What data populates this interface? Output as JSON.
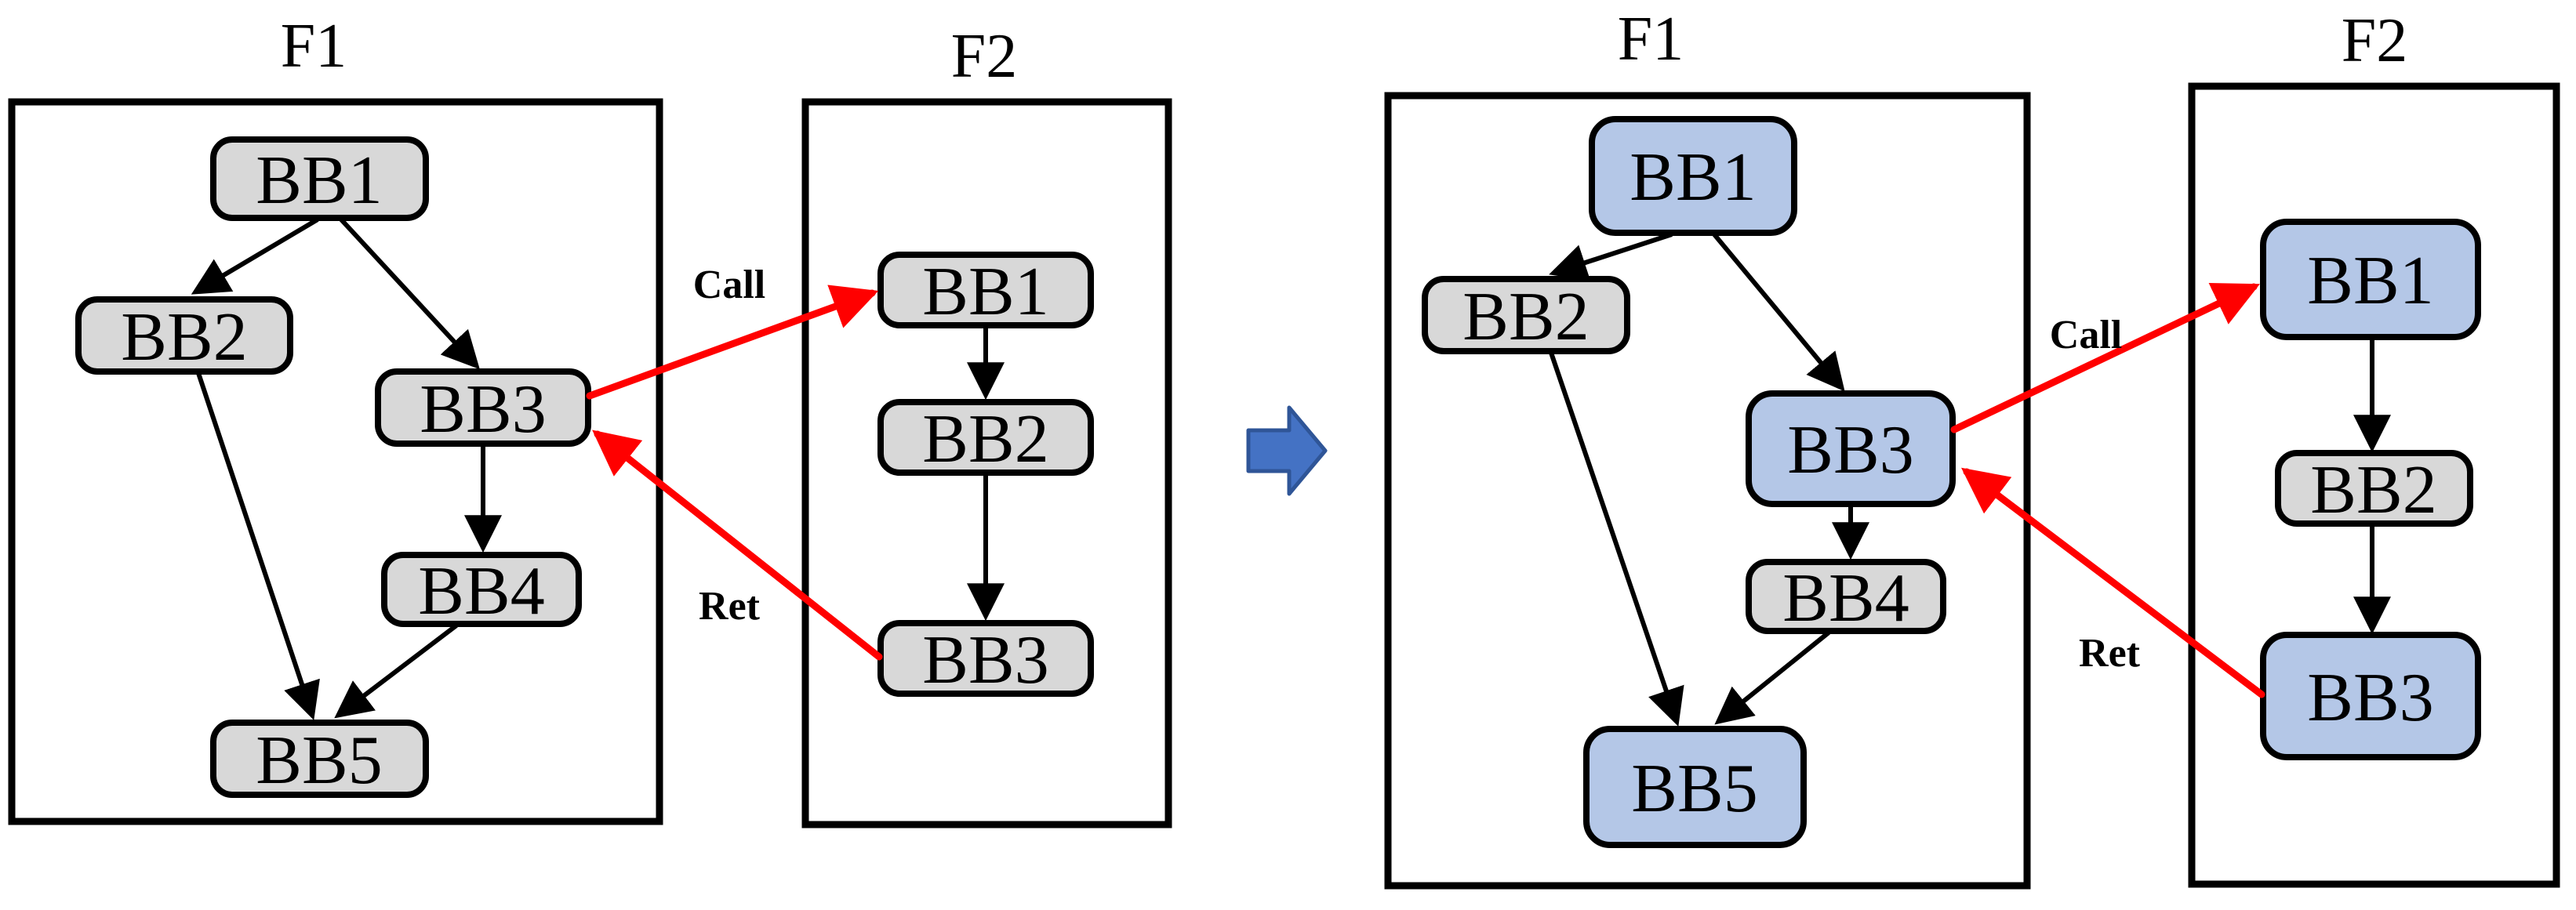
{
  "diagram": {
    "type": "control-flow-graph-call-return-transformation",
    "colors": {
      "background": "#FFFFFF",
      "box_border": "#000000",
      "node_fill_default": "#D8D8D8",
      "node_fill_highlight": "#B4C7E7",
      "node_border": "#000000",
      "edge_color": "#000000",
      "call_ret_arrow_color": "#FF0000",
      "transform_arrow_fill": "#4472C4",
      "transform_arrow_border": "#2F5597"
    },
    "left": {
      "f1": {
        "title": "F1",
        "nodes": [
          {
            "label": "BB1",
            "highlighted": false
          },
          {
            "label": "BB2",
            "highlighted": false
          },
          {
            "label": "BB3",
            "highlighted": false
          },
          {
            "label": "BB4",
            "highlighted": false
          },
          {
            "label": "BB5",
            "highlighted": false
          }
        ],
        "edges": [
          [
            "BB1",
            "BB2"
          ],
          [
            "BB1",
            "BB3"
          ],
          [
            "BB2",
            "BB5"
          ],
          [
            "BB3",
            "BB4"
          ],
          [
            "BB4",
            "BB5"
          ]
        ]
      },
      "f2": {
        "title": "F2",
        "nodes": [
          {
            "label": "BB1",
            "highlighted": false
          },
          {
            "label": "BB2",
            "highlighted": false
          },
          {
            "label": "BB3",
            "highlighted": false
          }
        ],
        "edges": [
          [
            "BB1",
            "BB2"
          ],
          [
            "BB2",
            "BB3"
          ]
        ]
      },
      "call": {
        "label": "Call",
        "from": "F1.BB3",
        "to": "F2.BB1"
      },
      "ret": {
        "label": "Ret",
        "from": "F2.BB3",
        "to": "F1.BB3"
      }
    },
    "right": {
      "f1": {
        "title": "F1",
        "nodes": [
          {
            "label": "BB1",
            "highlighted": true
          },
          {
            "label": "BB2",
            "highlighted": false
          },
          {
            "label": "BB3",
            "highlighted": true
          },
          {
            "label": "BB4",
            "highlighted": false
          },
          {
            "label": "BB5",
            "highlighted": true
          }
        ],
        "edges": [
          [
            "BB1",
            "BB2"
          ],
          [
            "BB1",
            "BB3"
          ],
          [
            "BB2",
            "BB5"
          ],
          [
            "BB3",
            "BB4"
          ],
          [
            "BB4",
            "BB5"
          ]
        ]
      },
      "f2": {
        "title": "F2",
        "nodes": [
          {
            "label": "BB1",
            "highlighted": true
          },
          {
            "label": "BB2",
            "highlighted": false
          },
          {
            "label": "BB3",
            "highlighted": true
          }
        ],
        "edges": [
          [
            "BB1",
            "BB2"
          ],
          [
            "BB2",
            "BB3"
          ]
        ]
      },
      "call": {
        "label": "Call",
        "from": "F1.BB3",
        "to": "F2.BB1"
      },
      "ret": {
        "label": "Ret",
        "from": "F2.BB3",
        "to": "F1.BB3"
      }
    },
    "transform_arrow": {
      "direction": "right"
    }
  }
}
